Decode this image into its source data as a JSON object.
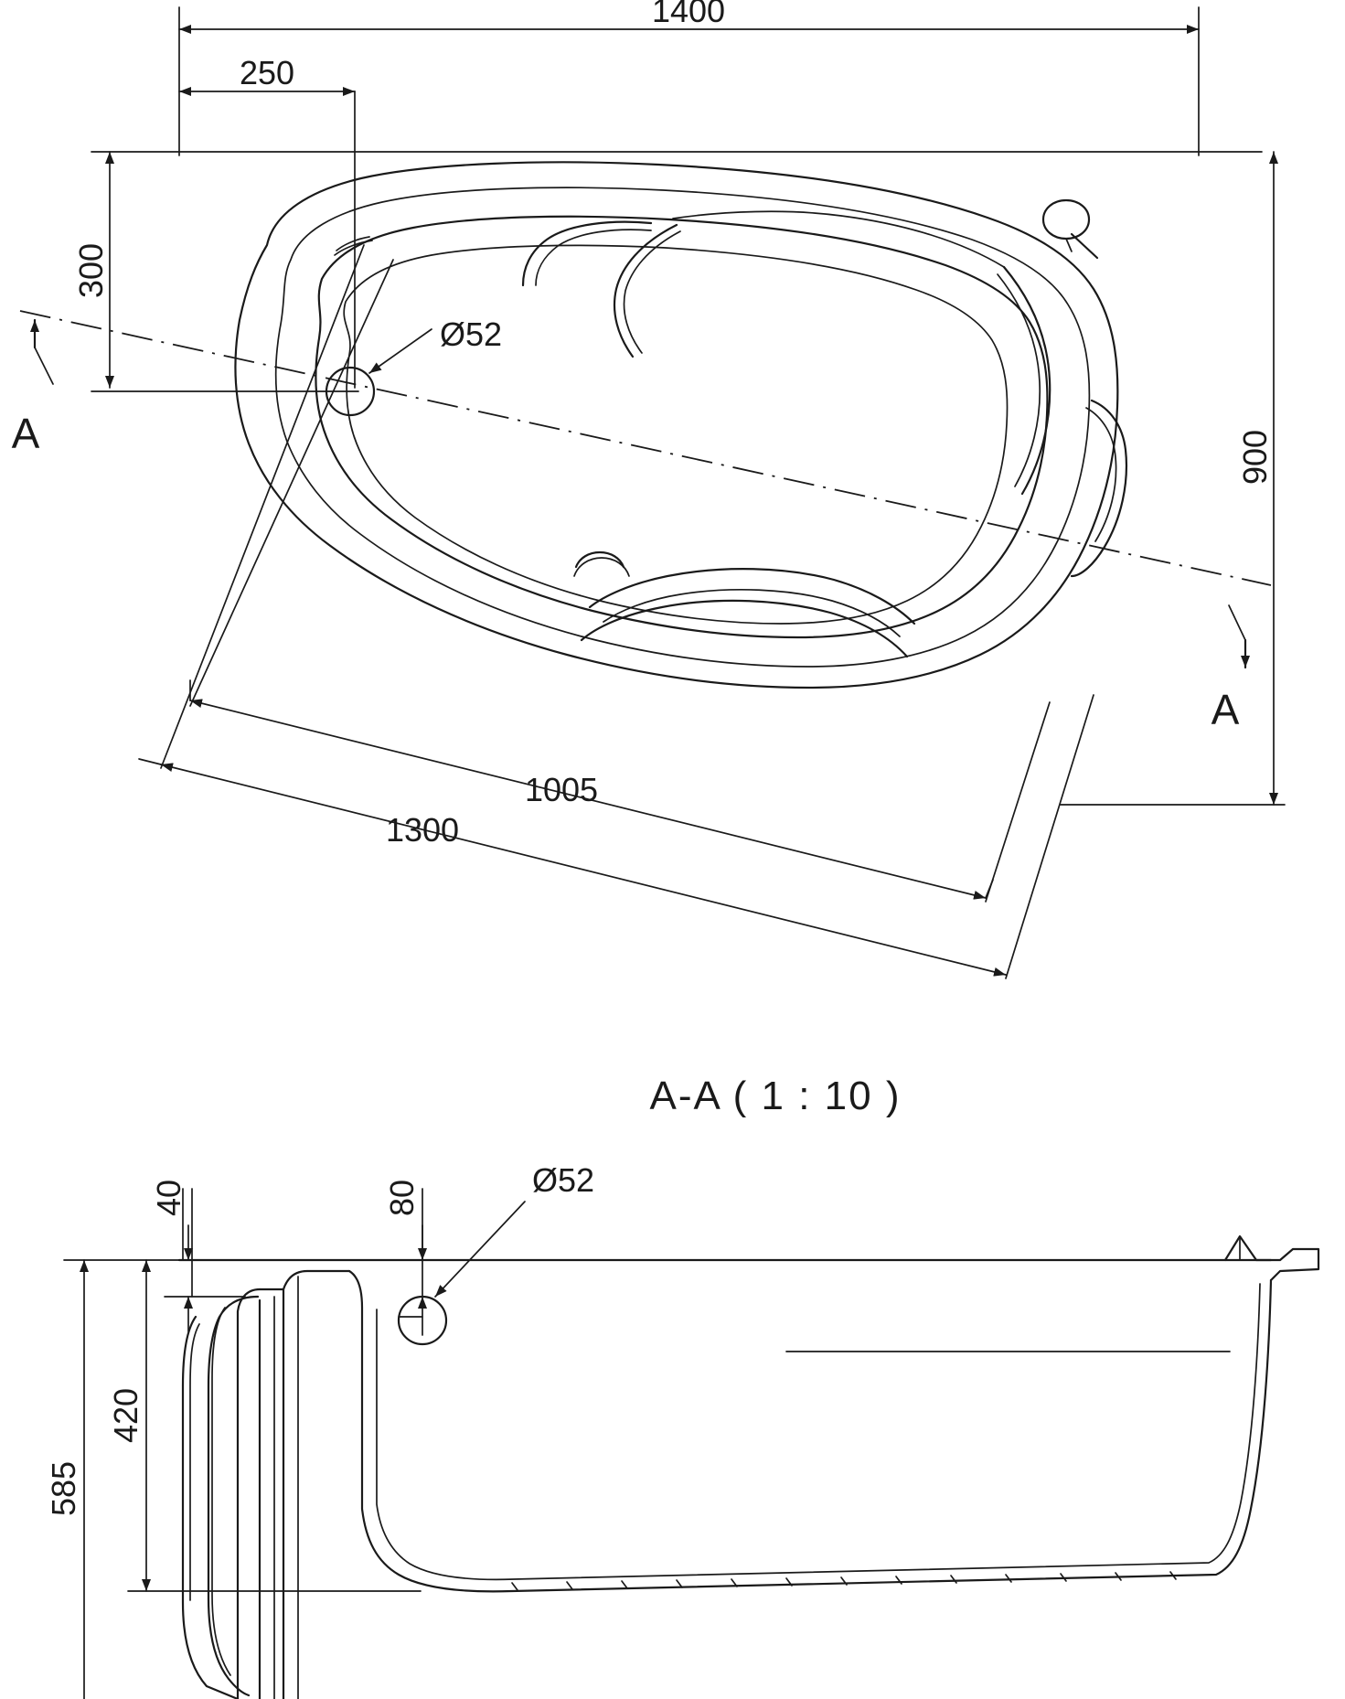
{
  "drawing": {
    "title": "A-A  ( 1 : 10 )",
    "section_label_top": "A",
    "section_label_right": "A"
  },
  "plan_view": {
    "dimensions": {
      "overall_width": "1400",
      "left_offset": "250",
      "top_offset": "300",
      "overall_height": "900",
      "inner_diagonal": "1005",
      "outer_diagonal": "1300",
      "drain_diameter": "Ø52"
    }
  },
  "section_view": {
    "dimensions": {
      "rim_thickness": "40",
      "drain_offset": "80",
      "drain_diameter": "Ø52",
      "inner_depth": "420",
      "overall_height": "585"
    }
  }
}
